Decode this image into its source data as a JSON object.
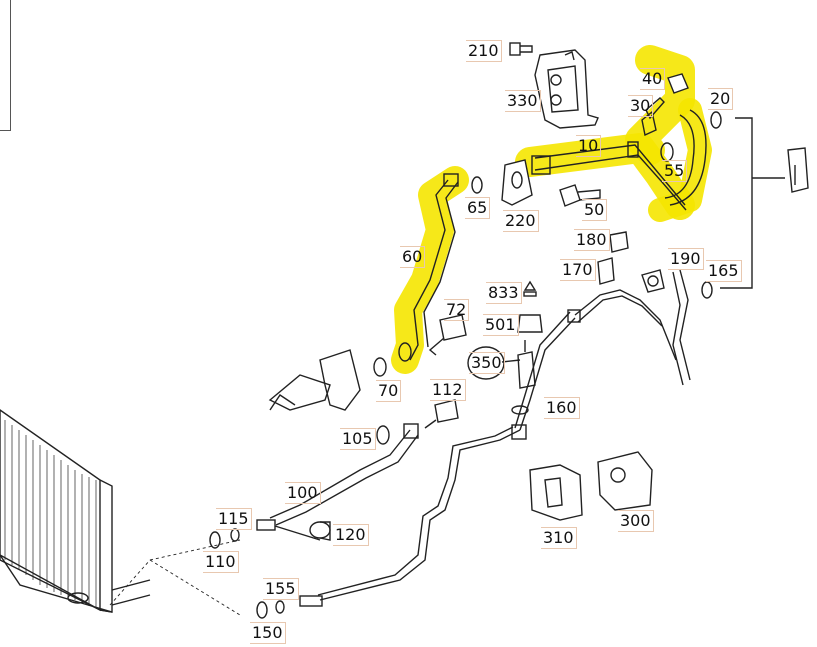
{
  "diagram": {
    "highlight_color": "#f5e600",
    "line_color": "#222222",
    "label_box_color": "#e8c8b0",
    "parts": [
      {
        "id": "10",
        "label": "10"
      },
      {
        "id": "20",
        "label": "20"
      },
      {
        "id": "30",
        "label": "30"
      },
      {
        "id": "40",
        "label": "40"
      },
      {
        "id": "50",
        "label": "50"
      },
      {
        "id": "55",
        "label": "55"
      },
      {
        "id": "60",
        "label": "60"
      },
      {
        "id": "65",
        "label": "65"
      },
      {
        "id": "70",
        "label": "70"
      },
      {
        "id": "72",
        "label": "72"
      },
      {
        "id": "100",
        "label": "100"
      },
      {
        "id": "105",
        "label": "105"
      },
      {
        "id": "110",
        "label": "110"
      },
      {
        "id": "112",
        "label": "112"
      },
      {
        "id": "115",
        "label": "115"
      },
      {
        "id": "120",
        "label": "120"
      },
      {
        "id": "150",
        "label": "150"
      },
      {
        "id": "155",
        "label": "155"
      },
      {
        "id": "160",
        "label": "160"
      },
      {
        "id": "165",
        "label": "165"
      },
      {
        "id": "170",
        "label": "170"
      },
      {
        "id": "180",
        "label": "180"
      },
      {
        "id": "190",
        "label": "190"
      },
      {
        "id": "210",
        "label": "210"
      },
      {
        "id": "220",
        "label": "220"
      },
      {
        "id": "300",
        "label": "300"
      },
      {
        "id": "310",
        "label": "310"
      },
      {
        "id": "330",
        "label": "330"
      },
      {
        "id": "350",
        "label": "350"
      },
      {
        "id": "501",
        "label": "501"
      },
      {
        "id": "833",
        "label": "833"
      }
    ],
    "highlighted_parts": [
      "10",
      "30",
      "40",
      "60"
    ]
  }
}
